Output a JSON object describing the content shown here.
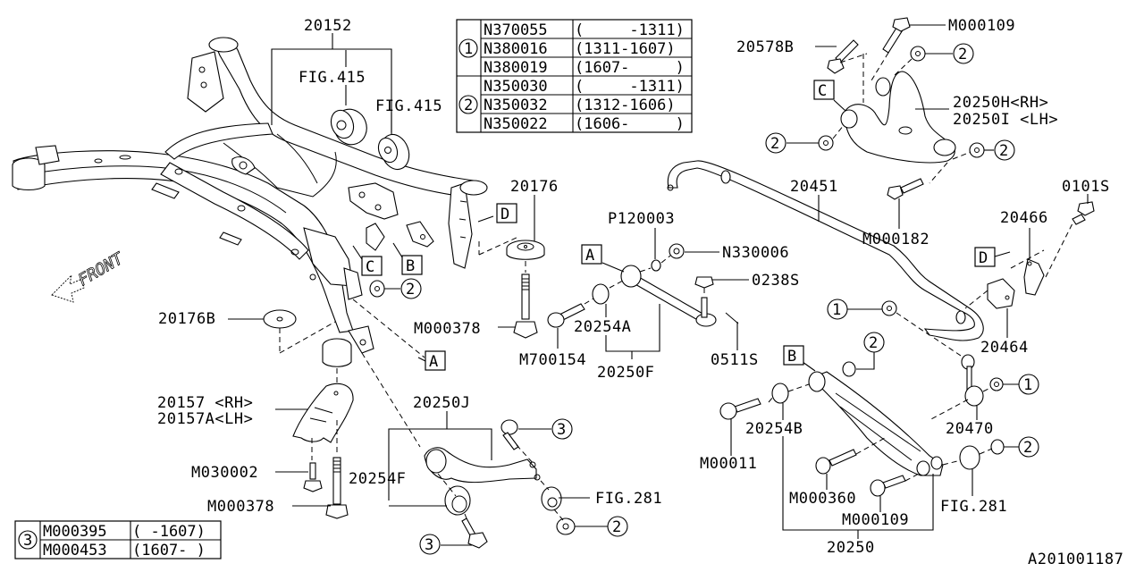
{
  "diagram": {
    "title": "Rear suspension crossmember / arms parts diagram",
    "reference_code": "A201001187",
    "front_indicator": "FRONT",
    "callouts": {
      "c20152": "20152",
      "fig415a": "FIG.415",
      "fig415b": "FIG.415",
      "c20176": "20176",
      "c20176b": "20176B",
      "c20157": "20157 <RH>",
      "c20157a": "20157A<LH>",
      "m030002": "M030002",
      "m000378a": "M000378",
      "m000378b": "M000378",
      "c20250j": "20250J",
      "c20254f": "20254F",
      "fig281a": "FIG.281",
      "p120003": "P120003",
      "n330006": "N330006",
      "s0238": "0238S",
      "c20254a": "20254A",
      "m700154": "M700154",
      "c20250f": "20250F",
      "s0511": "0511S",
      "c20578b": "20578B",
      "m000109a": "M000109",
      "c20250h": "20250H<RH>",
      "c20250i": "20250I <LH>",
      "c20451": "20451",
      "m000182": "M000182",
      "s0101": "0101S",
      "c20466": "20466",
      "c20464": "20464",
      "c20470": "20470",
      "c20254b": "20254B",
      "m00011": "M00011",
      "m000360": "M000360",
      "m000109b": "M000109",
      "fig281b": "FIG.281",
      "c20250": "20250"
    },
    "ref_boxes": {
      "A": "A",
      "B": "B",
      "C": "C",
      "D": "D"
    },
    "ref_circles": {
      "one": "1",
      "two": "2",
      "three": "3"
    },
    "table_top": {
      "groups": [
        {
          "marker": "1",
          "rows": [
            {
              "part": "N370055",
              "range": "(     -1311)"
            },
            {
              "part": "N380016",
              "range": "(1311-1607)"
            },
            {
              "part": "N380019",
              "range": "(1607-     )"
            }
          ]
        },
        {
          "marker": "2",
          "rows": [
            {
              "part": "N350030",
              "range": "(     -1311)"
            },
            {
              "part": "N350032",
              "range": "(1312-1606)"
            },
            {
              "part": "N350022",
              "range": "(1606-     )"
            }
          ]
        }
      ]
    },
    "table_bottom": {
      "marker": "3",
      "rows": [
        {
          "part": "M000395",
          "range": "( -1607)"
        },
        {
          "part": "M000453",
          "range": "(1607- )"
        }
      ]
    }
  }
}
